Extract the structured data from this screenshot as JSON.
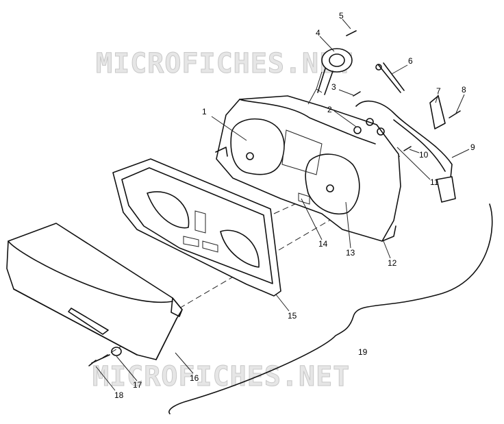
{
  "watermark": "MICROFICHES.NET",
  "callouts": [
    {
      "id": "c1",
      "label": "1"
    },
    {
      "id": "c2",
      "label": "2"
    },
    {
      "id": "c3",
      "label": "3"
    },
    {
      "id": "c4",
      "label": "4"
    },
    {
      "id": "c5",
      "label": "5"
    },
    {
      "id": "c6",
      "label": "6"
    },
    {
      "id": "c7",
      "label": "7"
    },
    {
      "id": "c8",
      "label": "8"
    },
    {
      "id": "c9",
      "label": "9"
    },
    {
      "id": "c10",
      "label": "10"
    },
    {
      "id": "c11",
      "label": "11"
    },
    {
      "id": "c12",
      "label": "12"
    },
    {
      "id": "c13",
      "label": "13"
    },
    {
      "id": "c14",
      "label": "14"
    },
    {
      "id": "c15",
      "label": "15"
    },
    {
      "id": "c16",
      "label": "16"
    },
    {
      "id": "c17",
      "label": "17"
    },
    {
      "id": "c18",
      "label": "18"
    },
    {
      "id": "c19",
      "label": "19"
    }
  ]
}
